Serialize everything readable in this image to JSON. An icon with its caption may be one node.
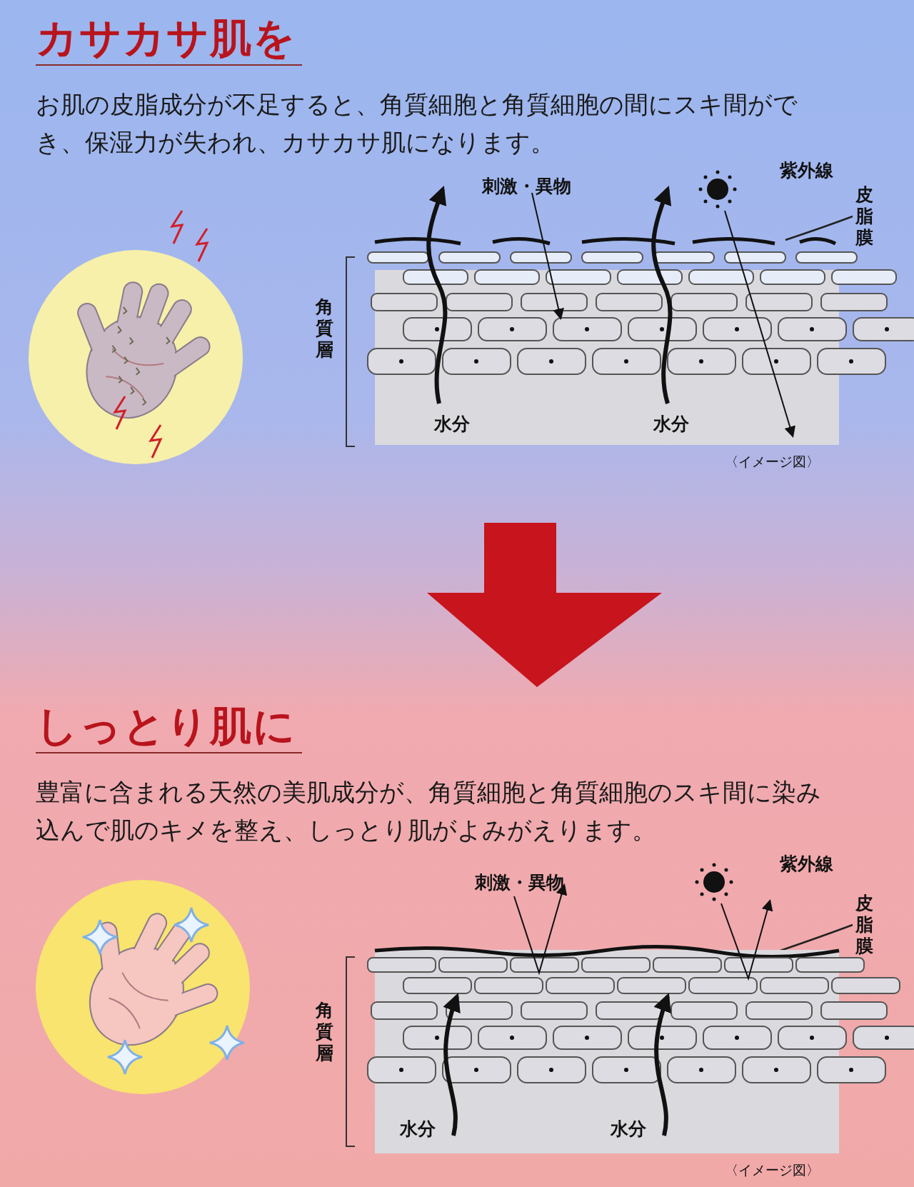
{
  "diagram": {
    "nodes": [
      {
        "text": [
          "皮脂膜"
        ]
      },
      {
        "text": [
          "皮脂膜"
        ]
      }
    ],
    "edges": [
      {
        "from": 0,
        "to": null,
        "arrow": "none"
      },
      {
        "from": 1,
        "to": null,
        "arrow": "none"
      }
    ],
    "labels": [
      "カサカサ肌を",
      "お肌の皮脂成分が不足すると、角質細胞と角質細胞の間にスキ間ができ、保湿力が失われ、カサカサ肌になります。",
      "紫外線",
      "刺激・異物",
      "角質層",
      "水分",
      "水分",
      "〈イメージ図〉",
      "しっとり肌に",
      "豊富に含まれる天然の美肌成分が、角質細胞と角質細胞のスキ間に染み込んで肌のキメを整え、しっとり肌がよみがえります。",
      "刺激・異物",
      "紫外線",
      "角質層",
      "水分",
      "水分",
      "〈イメージ図〉"
    ]
  }
}
